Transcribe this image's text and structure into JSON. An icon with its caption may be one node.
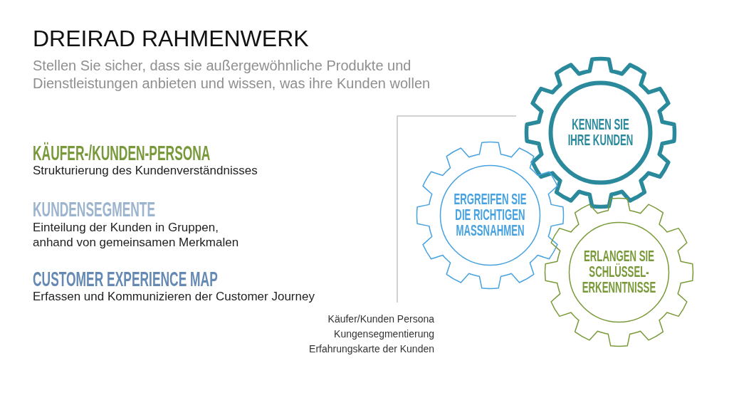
{
  "diagram": {
    "title": "DREIRAD RAHMENWERK",
    "nodes": [
      {
        "text": [
          "KENNEN SIE IHRE KUNDEN"
        ]
      },
      {
        "text": [
          "ERGREIFEN SIE DIE RICHTIGEN MASSNAHMEN"
        ]
      },
      {
        "text": [
          "ERLANGEN SIE SCHLÜSSEL-ERKENNTNISSE"
        ]
      }
    ],
    "labels": [
      "Stellen Sie sicher, dass sie außergewöhnliche Produkte und Dienstleistungen anbieten und wissen, was ihre Kunden wollen",
      "KÄUFER-/KUNDEN-PERSONA",
      "Strukturierung des Kundenverständnisses",
      "KUNDENSEGMENTE",
      "Einteilung der Kunden in Gruppen, anhand von gemeinsamen Merkmalen",
      "CUSTOMER EXPERIENCE MAP",
      "Erfassen und Kommunizieren der Customer Journey",
      "Käufer/Kunden Persona",
      "Kungensegmentierung",
      "Erfahrungskarte der Kunden"
    ]
  }
}
